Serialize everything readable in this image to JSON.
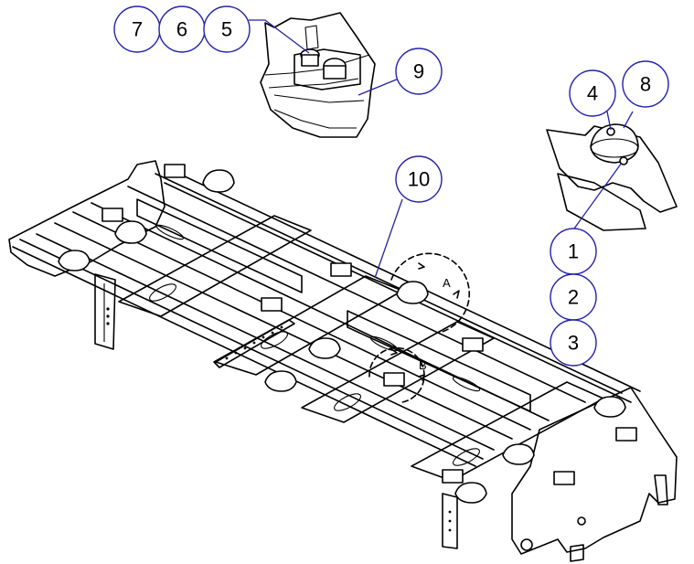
{
  "callouts": {
    "c7": "7",
    "c6": "6",
    "c5": "5",
    "c9": "9",
    "c4": "4",
    "c8": "8",
    "c10": "10",
    "c1": "1",
    "c2": "2",
    "c3": "3"
  },
  "view_labels": {
    "a": "A",
    "b": "B"
  },
  "colors": {
    "callout_stroke": "#2222aa",
    "line": "#000000",
    "background": "#ffffff"
  }
}
